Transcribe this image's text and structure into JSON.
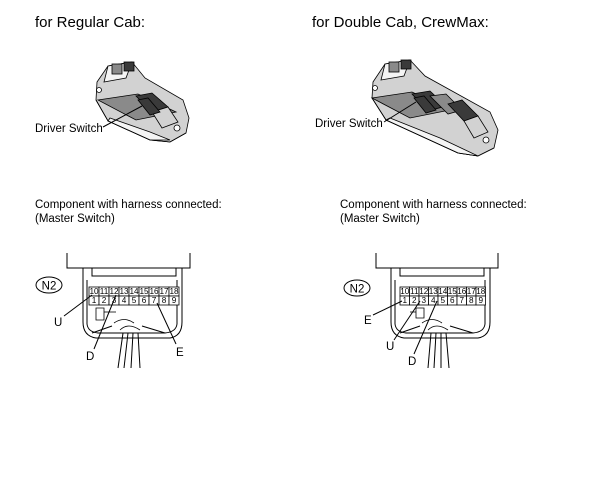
{
  "left": {
    "heading": "for Regular Cab:",
    "switch_label": "Driver Switch",
    "caption_line1": "Component with harness connected:",
    "caption_line2": "(Master Switch)",
    "connector": "N2",
    "pins_top": [
      "10",
      "11",
      "12",
      "13",
      "14",
      "15",
      "16",
      "17",
      "18"
    ],
    "pins_bottom": [
      "1",
      "2",
      "3",
      "4",
      "5",
      "6",
      "7",
      "8",
      "9"
    ],
    "terminals": {
      "u": "U",
      "d": "D",
      "e": "E"
    }
  },
  "right": {
    "heading": "for Double Cab, CrewMax:",
    "switch_label": "Driver Switch",
    "caption_line1": "Component with harness connected:",
    "caption_line2": "(Master Switch)",
    "connector": "N2",
    "pins_top": [
      "10",
      "11",
      "12",
      "13",
      "14",
      "15",
      "16",
      "17",
      "18"
    ],
    "pins_bottom": [
      "1",
      "2",
      "3",
      "4",
      "5",
      "6",
      "7",
      "8",
      "9"
    ],
    "terminals": {
      "e": "E",
      "u": "U",
      "d": "D"
    }
  }
}
